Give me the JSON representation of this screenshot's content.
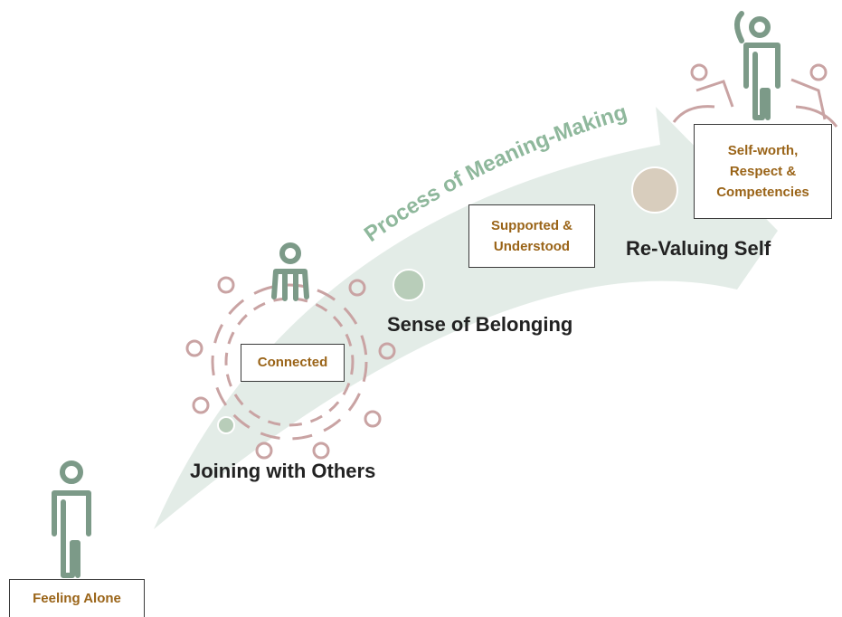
{
  "arrow_label": "Process of Meaning-Making",
  "stages": {
    "feeling_alone": {
      "box": "Feeling Alone"
    },
    "joining": {
      "label": "Joining with Others",
      "box": "Connected"
    },
    "belonging": {
      "label": "Sense of Belonging",
      "box": "Supported & Understood"
    },
    "revaluing": {
      "label": "Re-Valuing Self",
      "box": "Self-worth, Respect & Competencies"
    }
  },
  "colors": {
    "arrow": "#dfe9e3",
    "arrow_text": "#8fb89c",
    "figure_green": "#7c9a88",
    "figure_pink": "#c9a3a3",
    "box_text": "#9a6418",
    "dot_green": "#b8cdb9",
    "dot_tan": "#d8cdbd"
  },
  "icons": [
    "person-alone-icon",
    "group-circle-icon",
    "group-circle-icon",
    "person-celebrating-icon"
  ]
}
